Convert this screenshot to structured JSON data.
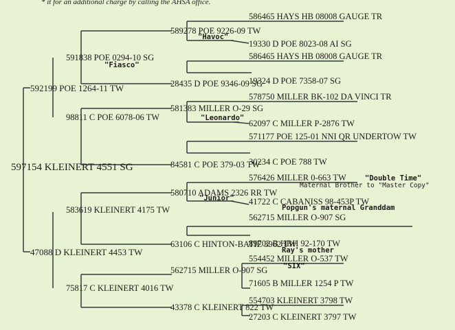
{
  "header_note": "* it for an additional charge by calling the AHSA office.",
  "subject": "597154 KLEINERT 4551 SG",
  "sire": "592199 POE 1264-11 TW",
  "dam": "47088 D KLEINERT 4453 TW",
  "sire_sire": "591838 POE 0294-10 SG",
  "sire_sire_nickname": "\"Fiasco\"",
  "sire_dam": "98811 C POE 6078-06 TW",
  "dam_sire": "583619 KLEINERT 4175 TW",
  "dam_dam": "75817 C KLEINERT 4016 TW",
  "g3": {
    "a": "589278 POE 9226-09 TW",
    "a_nickname": "\"Havoc\"",
    "b": "28435 D POE 9346-09 SG",
    "c": "581383 MILLER O-29 SG",
    "c_nickname": "\"Leonardo\"",
    "d": "84581 C POE 379-03 TW",
    "e": "580710 ADAMS 2326 RR TW",
    "e_nickname": "\"Junior\"",
    "f": "63106 C HINTON-BATIE 3962 TW",
    "g": "562715 MILLER O-907 SG",
    "h": "43378 C KLEINERT 822 TW"
  },
  "g4": [
    "586465 HAYS HB 08008 GAUGE TR",
    "19330 D POE 8023-08 AI SG",
    "586465 HAYS HB 08008 GAUGE TR",
    "19324 D POE 7358-07 SG",
    "578750 MILLER BK-102 DA VINCI TR",
    "62097 C MILLER P-2876 TW",
    "571177 POE 125-01 NNI QR UNDERTOW TW",
    "30234 C POE 788 TW",
    "576426 MILLER 0-663 TW",
    "41722 C CABANISS 98-453P TW",
    "562715 MILLER O-907 SG",
    "89702 B HBH 92-170 TW",
    "554452 MILLER O-537 TW",
    "71605 B MILLER 1254 P TW",
    "554703 KLEINERT 3798 TW",
    "27203 C KLEINERT 3797 TW"
  ],
  "annotations": {
    "double_time": "\"Double Time\"",
    "maternal_brother": "Maternal Brother to \"Master Copy\"",
    "popgun": "Popgun's maternal Granddam",
    "rays_mother": "Ray's mother",
    "six": "\"SIX\""
  }
}
